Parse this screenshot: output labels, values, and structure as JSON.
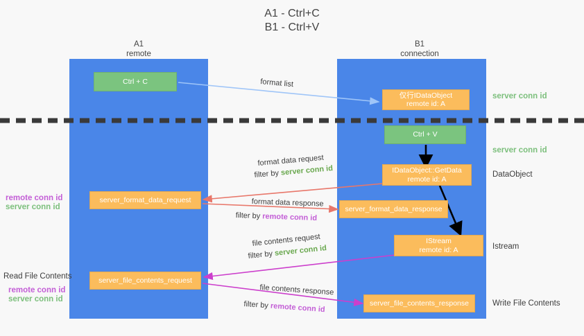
{
  "title": {
    "line1": "A1 - Ctrl+C",
    "line2": "B1 - Ctrl+V"
  },
  "lanes": [
    {
      "name": "A1",
      "sub": "remote",
      "color": "#4a86e8"
    },
    {
      "name": "B1",
      "sub": "connection",
      "color": "#4a86e8"
    }
  ],
  "boxes": {
    "ctrl_c": "Ctrl + C",
    "ctrl_v": "Ctrl + V",
    "idataobject_line1": "仅行IDataObject",
    "idataobject_line2": "remote id: A",
    "getdata_line1": "IDataObject::GetData",
    "getdata_line2": "remote id: A",
    "istream_line1": "IStream",
    "istream_line2": "remote id: A",
    "server_format_data_request": "server_format_data_request",
    "server_format_data_response": "server_format_data_response",
    "server_file_contents_request": "server_file_contents_request",
    "server_file_contents_response": "server_file_contents_response"
  },
  "right_labels": {
    "server_conn_id_top": "server conn id",
    "server_conn_id_mid": "server conn id",
    "dataobject": "DataObject",
    "istream": "Istream",
    "write_file_contents": "Write File Contents"
  },
  "left_labels": {
    "remote_conn_id_1": "remote conn id",
    "server_conn_id_1": "server conn id",
    "read_file_contents": "Read File Contents",
    "remote_conn_id_2": "remote conn id",
    "server_conn_id_2": "server conn id"
  },
  "edge_labels": {
    "format_list": "format list",
    "format_data_request": "format data request",
    "format_data_request_filter_prefix": "filter by ",
    "format_data_request_filter_value": "server conn id",
    "format_data_response": "format data response",
    "format_data_response_filter_prefix": "filter by ",
    "format_data_response_filter_value": "remote conn id",
    "file_contents_request": "file contents request",
    "file_contents_request_filter_prefix": "filter by ",
    "file_contents_request_filter_value": "server conn id",
    "file_contents_response": "file contents response",
    "file_contents_response_filter_prefix": "filter by ",
    "file_contents_response_filter_value": "remote conn id"
  },
  "colors": {
    "lane": "#4a86e8",
    "green_box": "#7bc47f",
    "orange_box": "#fbbc5c",
    "green_text": "#6aa84f",
    "purple_text": "#c35ed6",
    "light_blue_arrow": "#9fc5f8",
    "red_arrow": "#e8776a",
    "magenta_arrow": "#cc3fcc",
    "black_arrow": "#000000"
  }
}
